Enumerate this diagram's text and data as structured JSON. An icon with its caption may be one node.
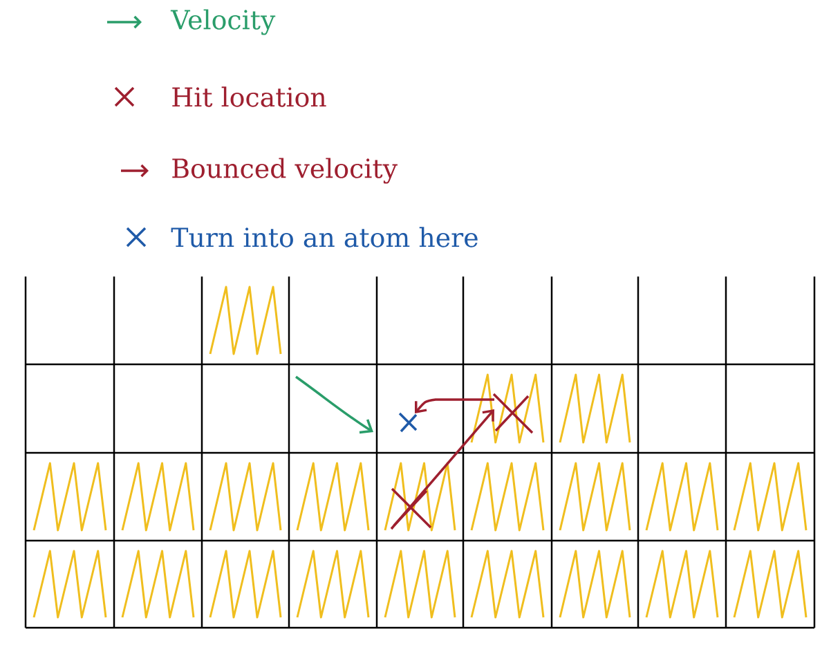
{
  "diagram": {
    "legend": [
      {
        "text": "Velocity"
      },
      {
        "text": "Hit location"
      },
      {
        "text": "Bounced velocity"
      },
      {
        "text": "Turn into an atom here"
      }
    ]
  }
}
